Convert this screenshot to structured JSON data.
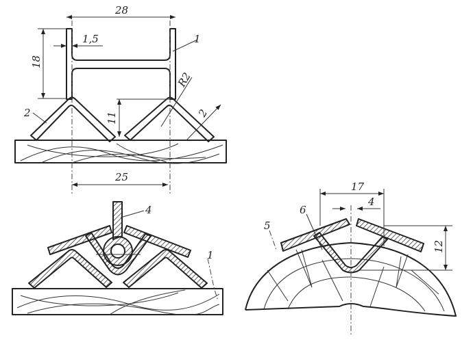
{
  "figure_top_left": {
    "dimensions": {
      "width_top": "28",
      "flange_thickness": "1,5",
      "height": "18",
      "radius": "R2",
      "thickness": "2",
      "lattice_height": "11",
      "pitch": "25"
    },
    "part_labels": {
      "channel": "1",
      "lattice": "2"
    }
  },
  "figure_bottom_left": {
    "part_labels": {
      "hook": "4",
      "board_outline": "1"
    }
  },
  "figure_bottom_right": {
    "dimensions": {
      "width": "17",
      "gap": "4",
      "depth": "12"
    },
    "part_labels": {
      "plate": "5",
      "insert": "6"
    }
  }
}
